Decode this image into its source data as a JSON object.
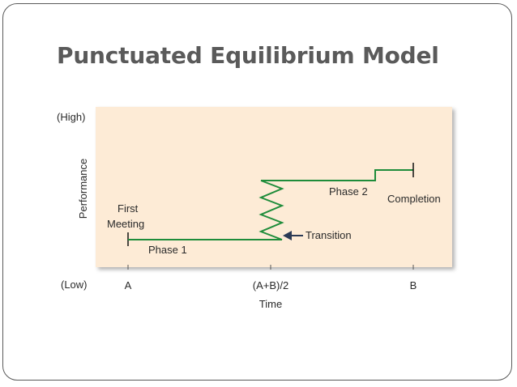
{
  "slide": {
    "title": "Punctuated Equilibrium Model"
  },
  "diagram": {
    "y_axis": {
      "title": "Performance",
      "high_label": "(High)",
      "low_label": "(Low)"
    },
    "x_axis": {
      "title": "Time",
      "ticks": [
        "A",
        "(A+B)/2",
        "B"
      ]
    },
    "annotations": {
      "start": "First Meeting",
      "start_line1": "First",
      "start_line2": "Meeting",
      "phase1": "Phase 1",
      "transition": "Transition",
      "phase2": "Phase 2",
      "end": "Completion"
    },
    "colors": {
      "panel_background": "#fdebd6",
      "performance_line": "#1e8c3a",
      "arrow": "#2b3a55"
    }
  }
}
